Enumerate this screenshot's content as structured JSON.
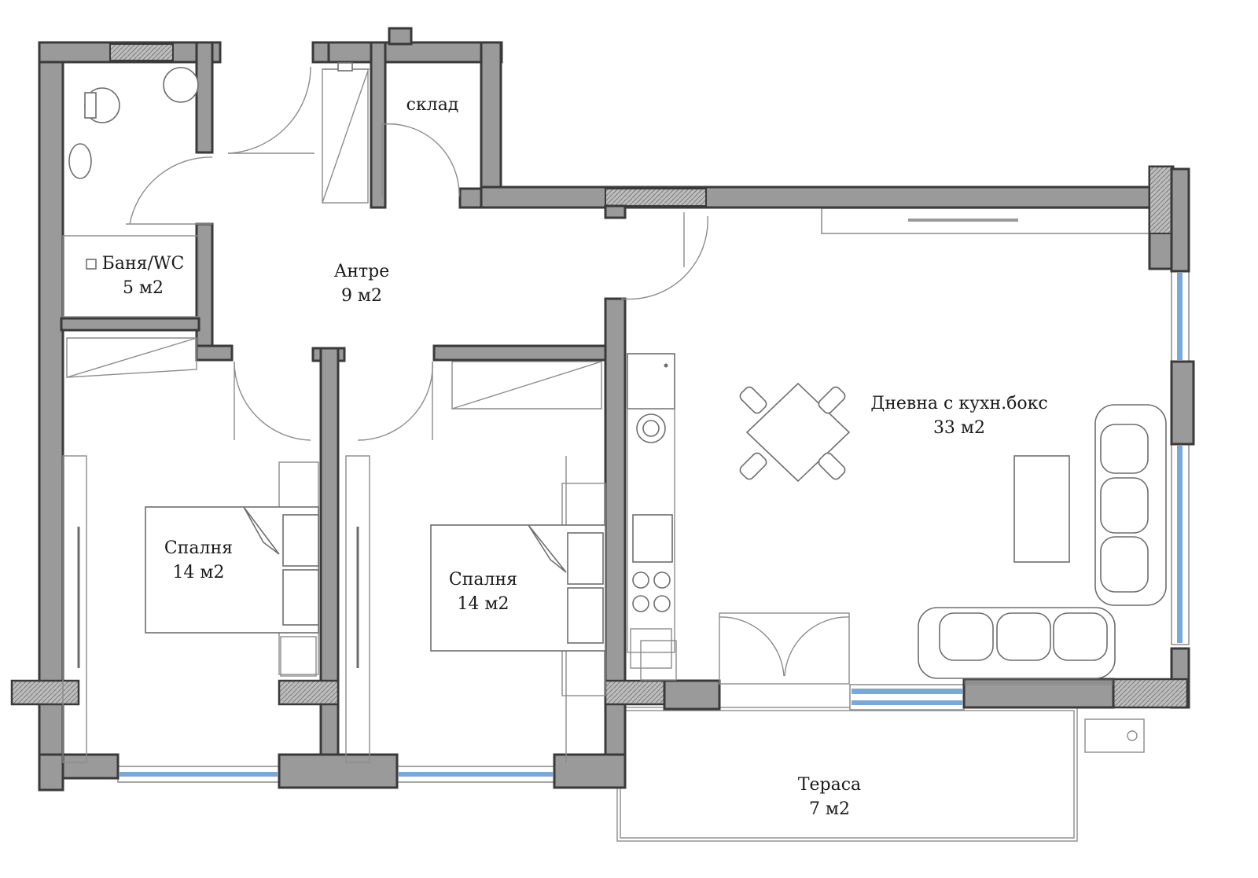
{
  "colors": {
    "wall_fill": "#9a9a9a",
    "wall_stroke": "#3a3a3a",
    "glazing": "#7aa9d9",
    "line": "#8c8c8c"
  },
  "rooms": [
    {
      "id": "bathroom",
      "name": "Баня/WC",
      "area": "5 м2"
    },
    {
      "id": "storage",
      "name": "склад",
      "area": ""
    },
    {
      "id": "hall",
      "name": "Антре",
      "area": "9 м2"
    },
    {
      "id": "living",
      "name": "Дневна с кухн.бокс",
      "area": "33 м2"
    },
    {
      "id": "bedroom1",
      "name": "Спалня",
      "area": "14 м2"
    },
    {
      "id": "bedroom2",
      "name": "Спалня",
      "area": "14 м2"
    },
    {
      "id": "terrace",
      "name": "Тераса",
      "area": "7 м2"
    }
  ]
}
